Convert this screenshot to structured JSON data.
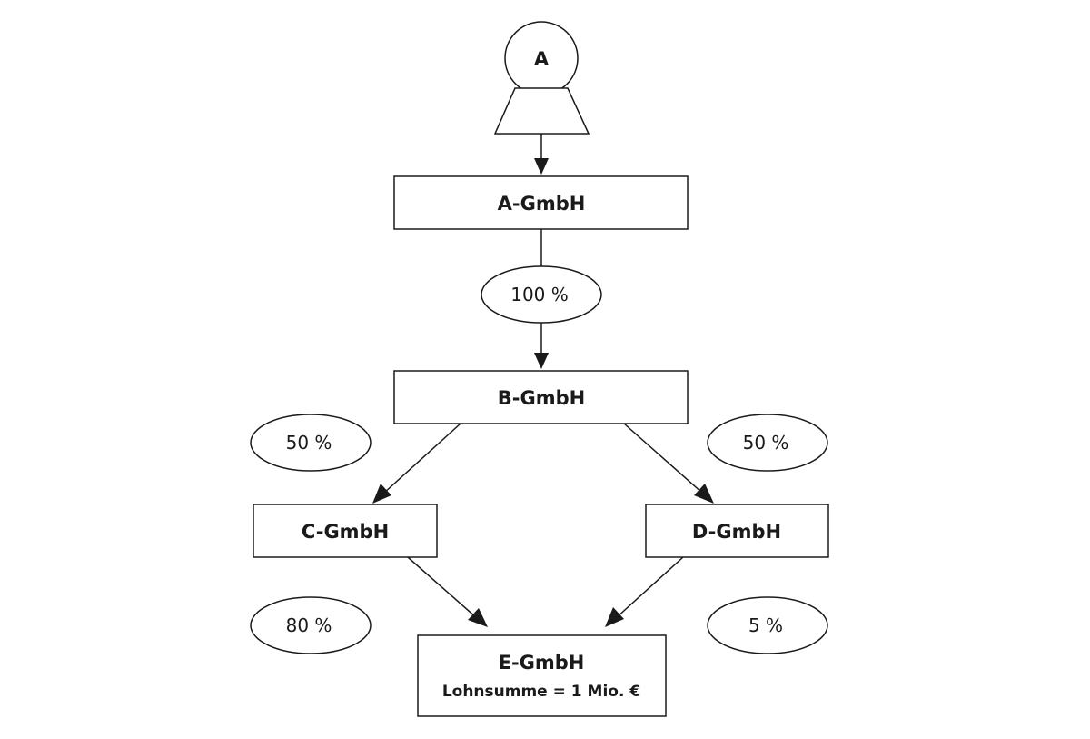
{
  "person": {
    "label": "A"
  },
  "companies": {
    "a": {
      "label": "A-GmbH"
    },
    "b": {
      "label": "B-GmbH"
    },
    "c": {
      "label": "C-GmbH"
    },
    "d": {
      "label": "D-GmbH"
    },
    "e": {
      "label": "E-GmbH",
      "sublabel": "Lohnsumme = 1 Mio. €"
    }
  },
  "holdings": {
    "a_to_b": "100 %",
    "b_to_c": "50 %",
    "b_to_d": "50 %",
    "c_to_e": "80 %",
    "d_to_e": "5 %"
  },
  "colors": {
    "stroke": "#1a1a1a",
    "fill": "#ffffff"
  }
}
